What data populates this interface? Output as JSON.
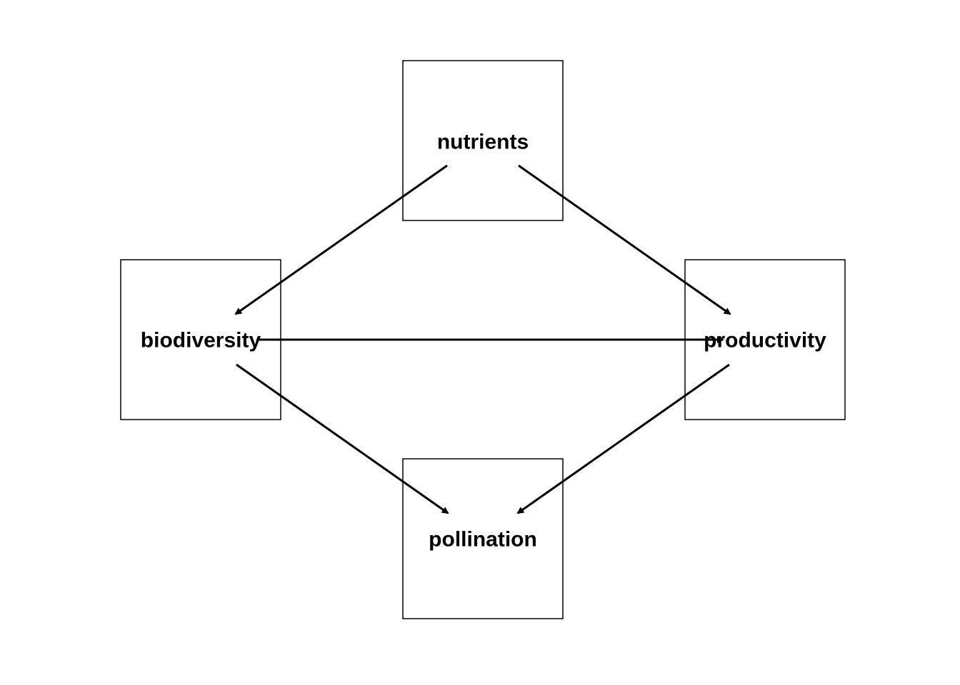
{
  "diagram": {
    "nodes": {
      "nutrients": {
        "label": "nutrients"
      },
      "biodiversity": {
        "label": "biodiversity"
      },
      "productivity": {
        "label": "productivity"
      },
      "pollination": {
        "label": "pollination"
      }
    },
    "edges": [
      {
        "from": "nutrients",
        "to": "biodiversity"
      },
      {
        "from": "nutrients",
        "to": "productivity"
      },
      {
        "from": "biodiversity",
        "to": "productivity"
      },
      {
        "from": "biodiversity",
        "to": "pollination"
      },
      {
        "from": "productivity",
        "to": "pollination"
      }
    ],
    "colors": {
      "stroke": "#000000",
      "background": "#ffffff"
    }
  }
}
